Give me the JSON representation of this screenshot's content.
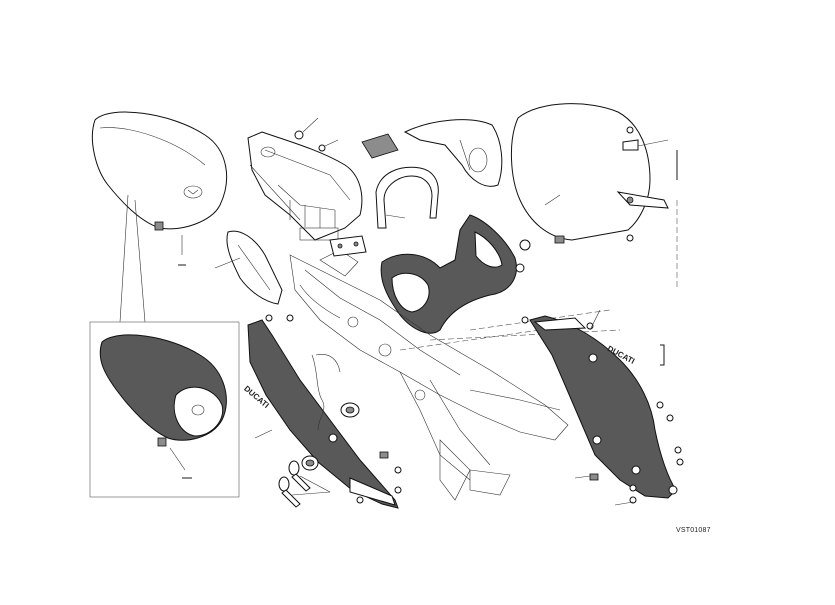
{
  "diagram": {
    "reference_code": "VST01087",
    "decal_text_left": "DUCATI",
    "decal_text_right": "DUCATI"
  }
}
